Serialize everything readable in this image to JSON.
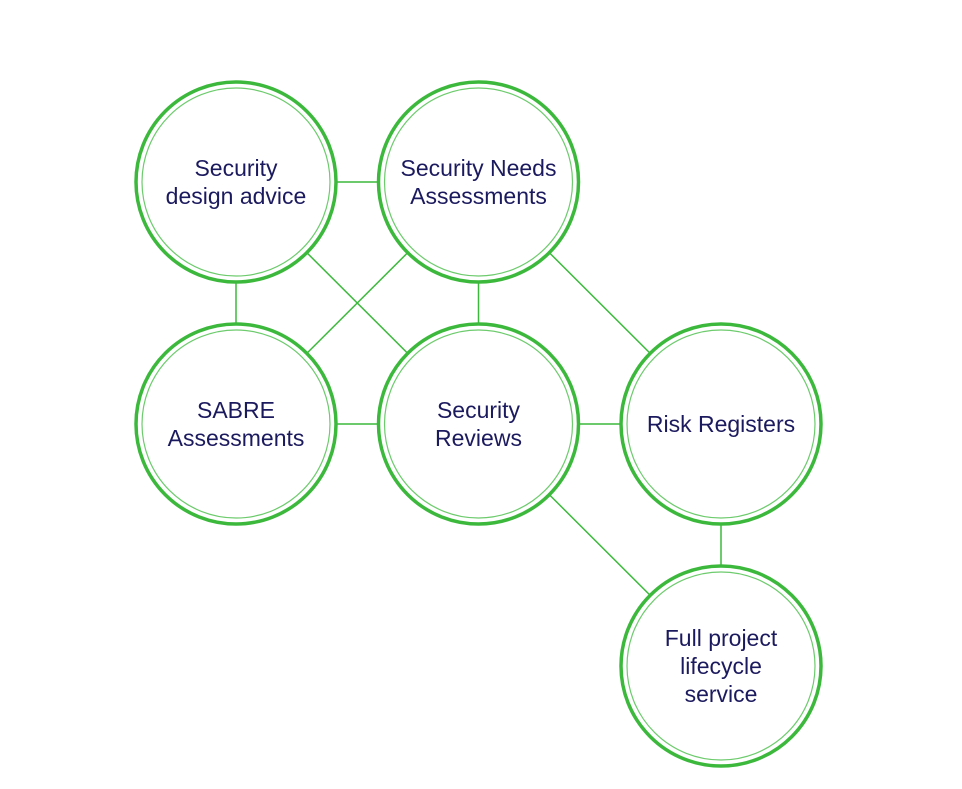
{
  "theme": {
    "accent": "#3cb93c",
    "text": "#1c1a5e",
    "background": "#ffffff"
  },
  "nodes": [
    {
      "id": "design",
      "label": "Security\ndesign advice",
      "col": 0,
      "row": 0
    },
    {
      "id": "needs",
      "label": "Security Needs\nAssessments",
      "col": 1,
      "row": 0
    },
    {
      "id": "sabre",
      "label": "SABRE\nAssessments",
      "col": 0,
      "row": 1
    },
    {
      "id": "reviews",
      "label": "Security\nReviews",
      "col": 1,
      "row": 1
    },
    {
      "id": "risk",
      "label": "Risk Registers",
      "col": 2,
      "row": 1
    },
    {
      "id": "full",
      "label": "Full project\nlifecycle\nservice",
      "col": 2,
      "row": 2
    }
  ],
  "edges": [
    [
      "design",
      "needs"
    ],
    [
      "design",
      "sabre"
    ],
    [
      "design",
      "reviews"
    ],
    [
      "needs",
      "sabre"
    ],
    [
      "needs",
      "reviews"
    ],
    [
      "needs",
      "risk"
    ],
    [
      "sabre",
      "reviews"
    ],
    [
      "reviews",
      "risk"
    ],
    [
      "reviews",
      "full"
    ],
    [
      "risk",
      "full"
    ]
  ]
}
